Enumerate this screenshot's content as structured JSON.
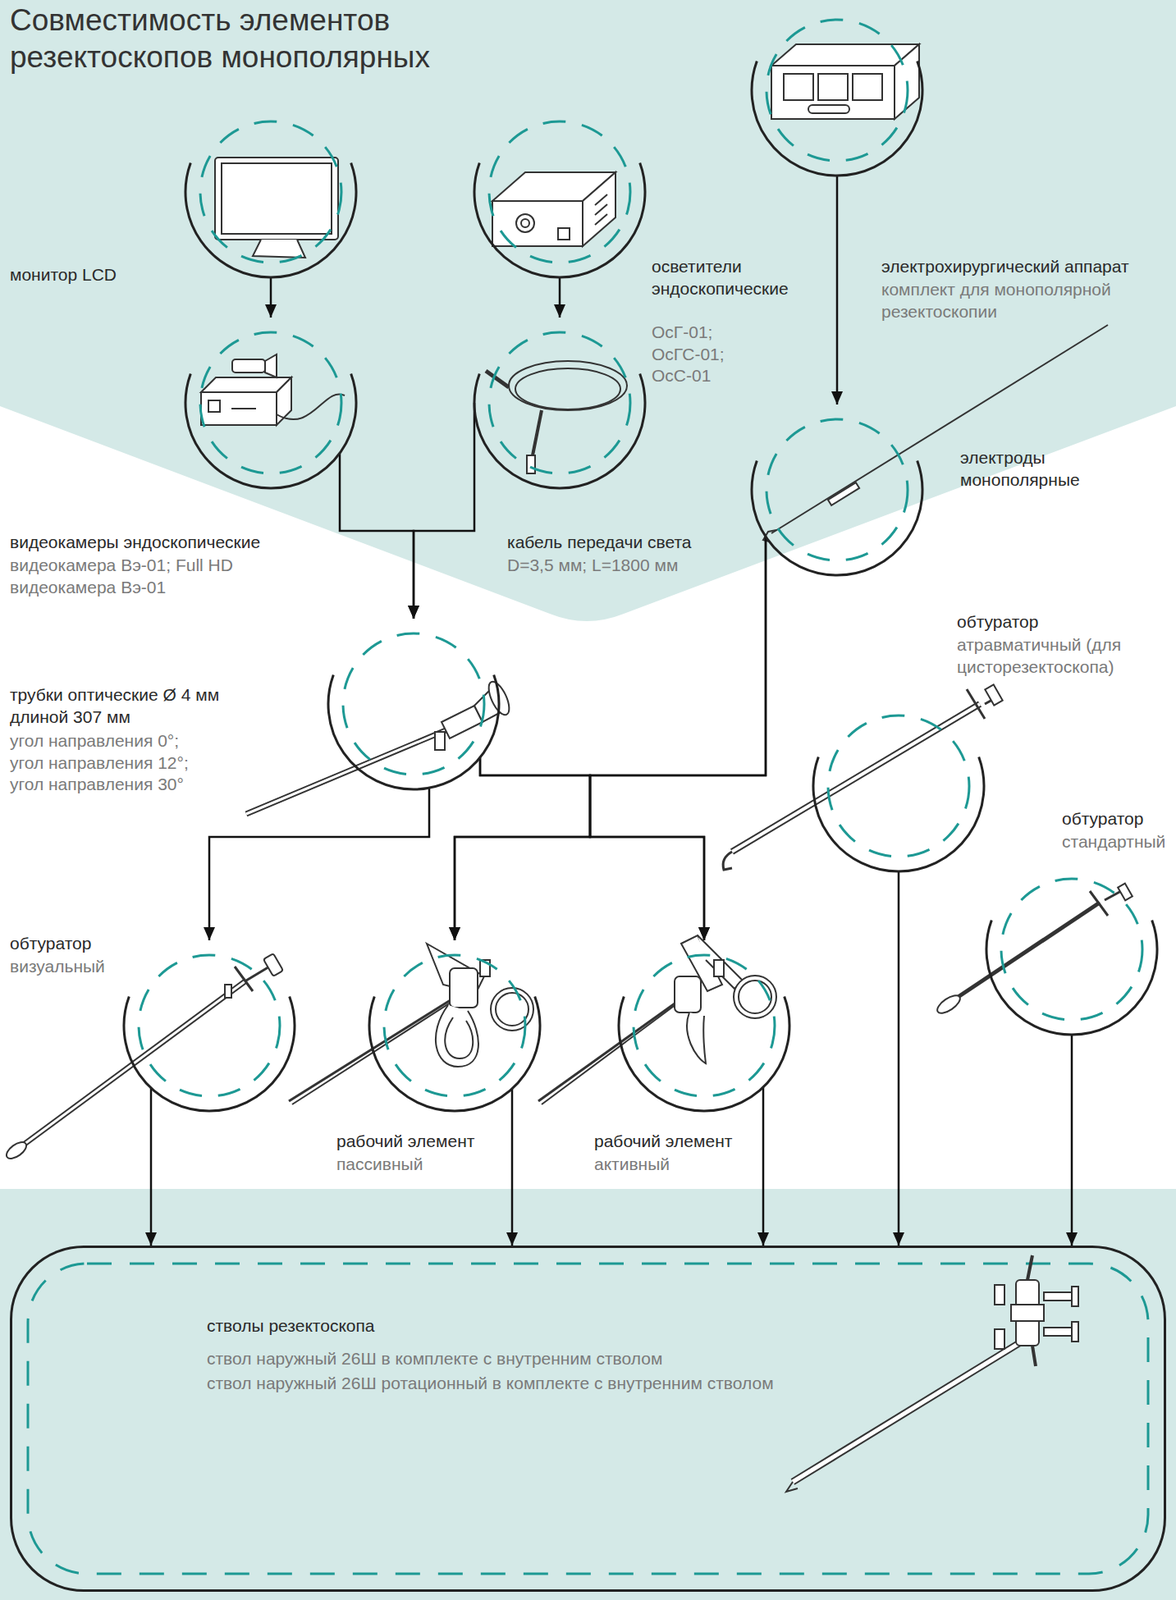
{
  "diagram": {
    "title": "Совместимость элементов резектоскопов монополярных",
    "nodes": [
      {
        "text": [
          "монитор LCD"
        ]
      },
      {
        "text": [
          "осветители эндоскопические",
          "ОсГ-01; ОсГС-01; ОсС-01"
        ]
      },
      {
        "text": [
          "электрохирургический аппарат",
          "комплект для монополярной резектоскопии"
        ]
      },
      {
        "text": [
          "видеокамеры эндоскопические",
          "видеокамера Вэ-01; Full HD видеокамера Вэ-01"
        ]
      },
      {
        "text": [
          "кабель передачи света",
          "D=3,5 мм; L=1800 мм"
        ]
      },
      {
        "text": [
          "электроды монополярные"
        ]
      },
      {
        "text": [
          "трубки оптические Ø 4 мм длиной 307 мм",
          "угол направления 0°; угол направления 12°; угол направления 30°"
        ]
      },
      {
        "text": [
          "обтуратор",
          "атравматичный (для цисторезектоскопа)"
        ]
      },
      {
        "text": [
          "обтуратор",
          "стандартный"
        ]
      },
      {
        "text": [
          "обтуратор",
          "визуальный"
        ]
      },
      {
        "text": [
          "рабочий элемент",
          "пассивный"
        ]
      },
      {
        "text": [
          "рабочий элемент",
          "активный"
        ]
      },
      {
        "text": [
          "стволы резектоскопа",
          "ствол наружный 26Ш в комплекте с внутренним стволом",
          "ствол наружный 26Ш ротационный в комплекте с внутренним стволом"
        ]
      }
    ],
    "edges": [
      {
        "from": 0,
        "to": 3,
        "arrow": "to"
      },
      {
        "from": 1,
        "to": 4,
        "arrow": "to"
      },
      {
        "from": 2,
        "to": 5,
        "arrow": "to"
      },
      {
        "from": 3,
        "to": 6,
        "arrow": "to"
      },
      {
        "from": 4,
        "to": 6,
        "arrow": "to"
      },
      {
        "from": 5,
        "to": 10,
        "arrow": "to"
      },
      {
        "from": 5,
        "to": 11,
        "arrow": "to"
      },
      {
        "from": 6,
        "to": 9,
        "arrow": "to"
      },
      {
        "from": 6,
        "to": 10,
        "arrow": "to"
      },
      {
        "from": 6,
        "to": 11,
        "arrow": "to"
      },
      {
        "from": 9,
        "to": 12,
        "arrow": "to"
      },
      {
        "from": 10,
        "to": 12,
        "arrow": "to"
      },
      {
        "from": 11,
        "to": 12,
        "arrow": "to"
      },
      {
        "from": 7,
        "to": 12,
        "arrow": "to"
      },
      {
        "from": 8,
        "to": 12,
        "arrow": "to"
      }
    ]
  }
}
